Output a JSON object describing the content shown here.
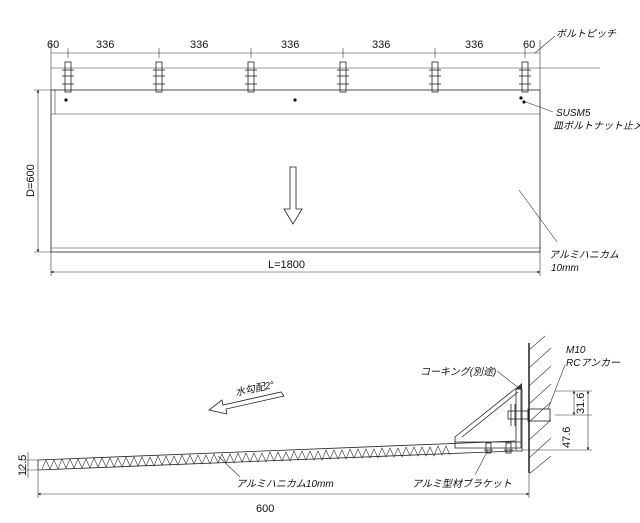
{
  "top_view": {
    "bolt_spacing": [
      "60",
      "336",
      "336",
      "336",
      "336",
      "336",
      "60"
    ],
    "bolt_pitch_label": "ボルトピッチ",
    "screw_label_1": "SUSM5",
    "screw_label_2": "皿ボルトナット止メ",
    "depth_label": "D=600",
    "length_label": "L=1800",
    "honeycomb_label_1": "アルミハニカム",
    "honeycomb_label_2": "10mm"
  },
  "side_view": {
    "anchor_label_1": "M10",
    "anchor_label_2": "RCアンカー",
    "caulking_label": "コーキング(別途)",
    "slope_label": "水勾配2°",
    "dim_316": "31.6",
    "dim_476": "47.6",
    "dim_125": "12.5",
    "honeycomb_label": "アルミハニカム10mm",
    "bracket_label": "アルミ型材ブラケット",
    "width_label": "600"
  }
}
